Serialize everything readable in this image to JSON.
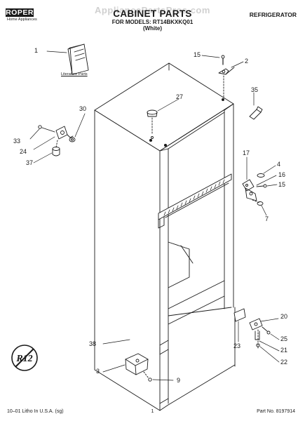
{
  "header": {
    "brand_logo": "ROPER",
    "brand_sub": "Home Appliances",
    "title": "CABINET PARTS",
    "subtitle": "FOR MODELS: RT14BKXKQ01",
    "variant": "(White)",
    "category": "REFRIGERATOR",
    "watermark": "AppliancePartsPros.com"
  },
  "labels": {
    "literature_parts": "Literature Parts"
  },
  "callouts": {
    "c1": "1",
    "c2": "2",
    "c3": "3",
    "c4": "4",
    "c7": "7",
    "c9": "9",
    "c15a": "15",
    "c15b": "15",
    "c16": "16",
    "c17": "17",
    "c20": "20",
    "c21": "21",
    "c22": "22",
    "c23": "23",
    "c24": "24",
    "c25": "25",
    "c27": "27",
    "c30": "30",
    "c33": "33",
    "c35": "35",
    "c37": "37",
    "c38": "38"
  },
  "footer": {
    "left": "10–01 Litho In U.S.A. (sg)",
    "center": "1",
    "right": "Part No. 8197914"
  },
  "badge": {
    "text": "R12"
  },
  "colors": {
    "ink": "#1a1a1a",
    "paper": "#ffffff",
    "watermark": "#9a9a9a"
  }
}
